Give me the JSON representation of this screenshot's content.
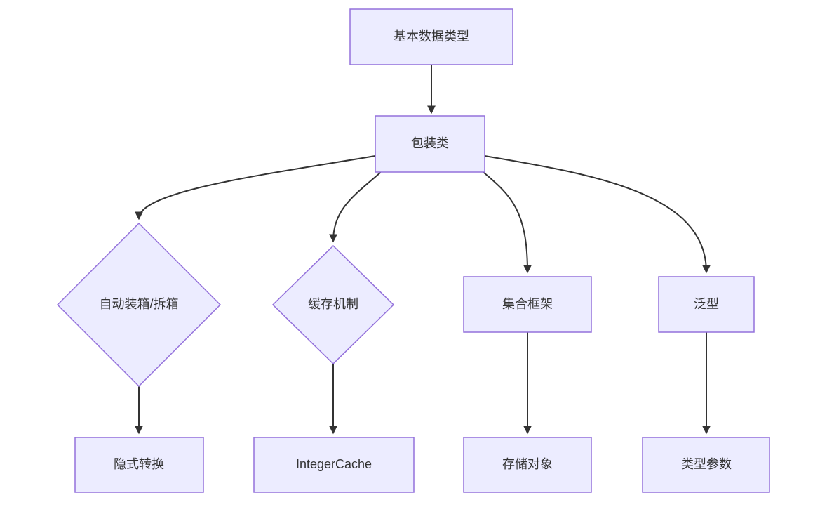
{
  "nodes": {
    "basic_types": "基本数据类型",
    "wrapper": "包装类",
    "autoboxing": "自动装箱/拆箱",
    "cache_mechanism": "缓存机制",
    "collections": "集合框架",
    "generics": "泛型",
    "implicit_conversion": "隐式转换",
    "integer_cache": "IntegerCache",
    "store_objects": "存储对象",
    "type_parameters": "类型参数"
  },
  "colors": {
    "node_fill": "#ECECFF",
    "node_border": "#9370DB",
    "edge_stroke": "#333333",
    "text": "#333333",
    "background": "#FFFFFF"
  }
}
